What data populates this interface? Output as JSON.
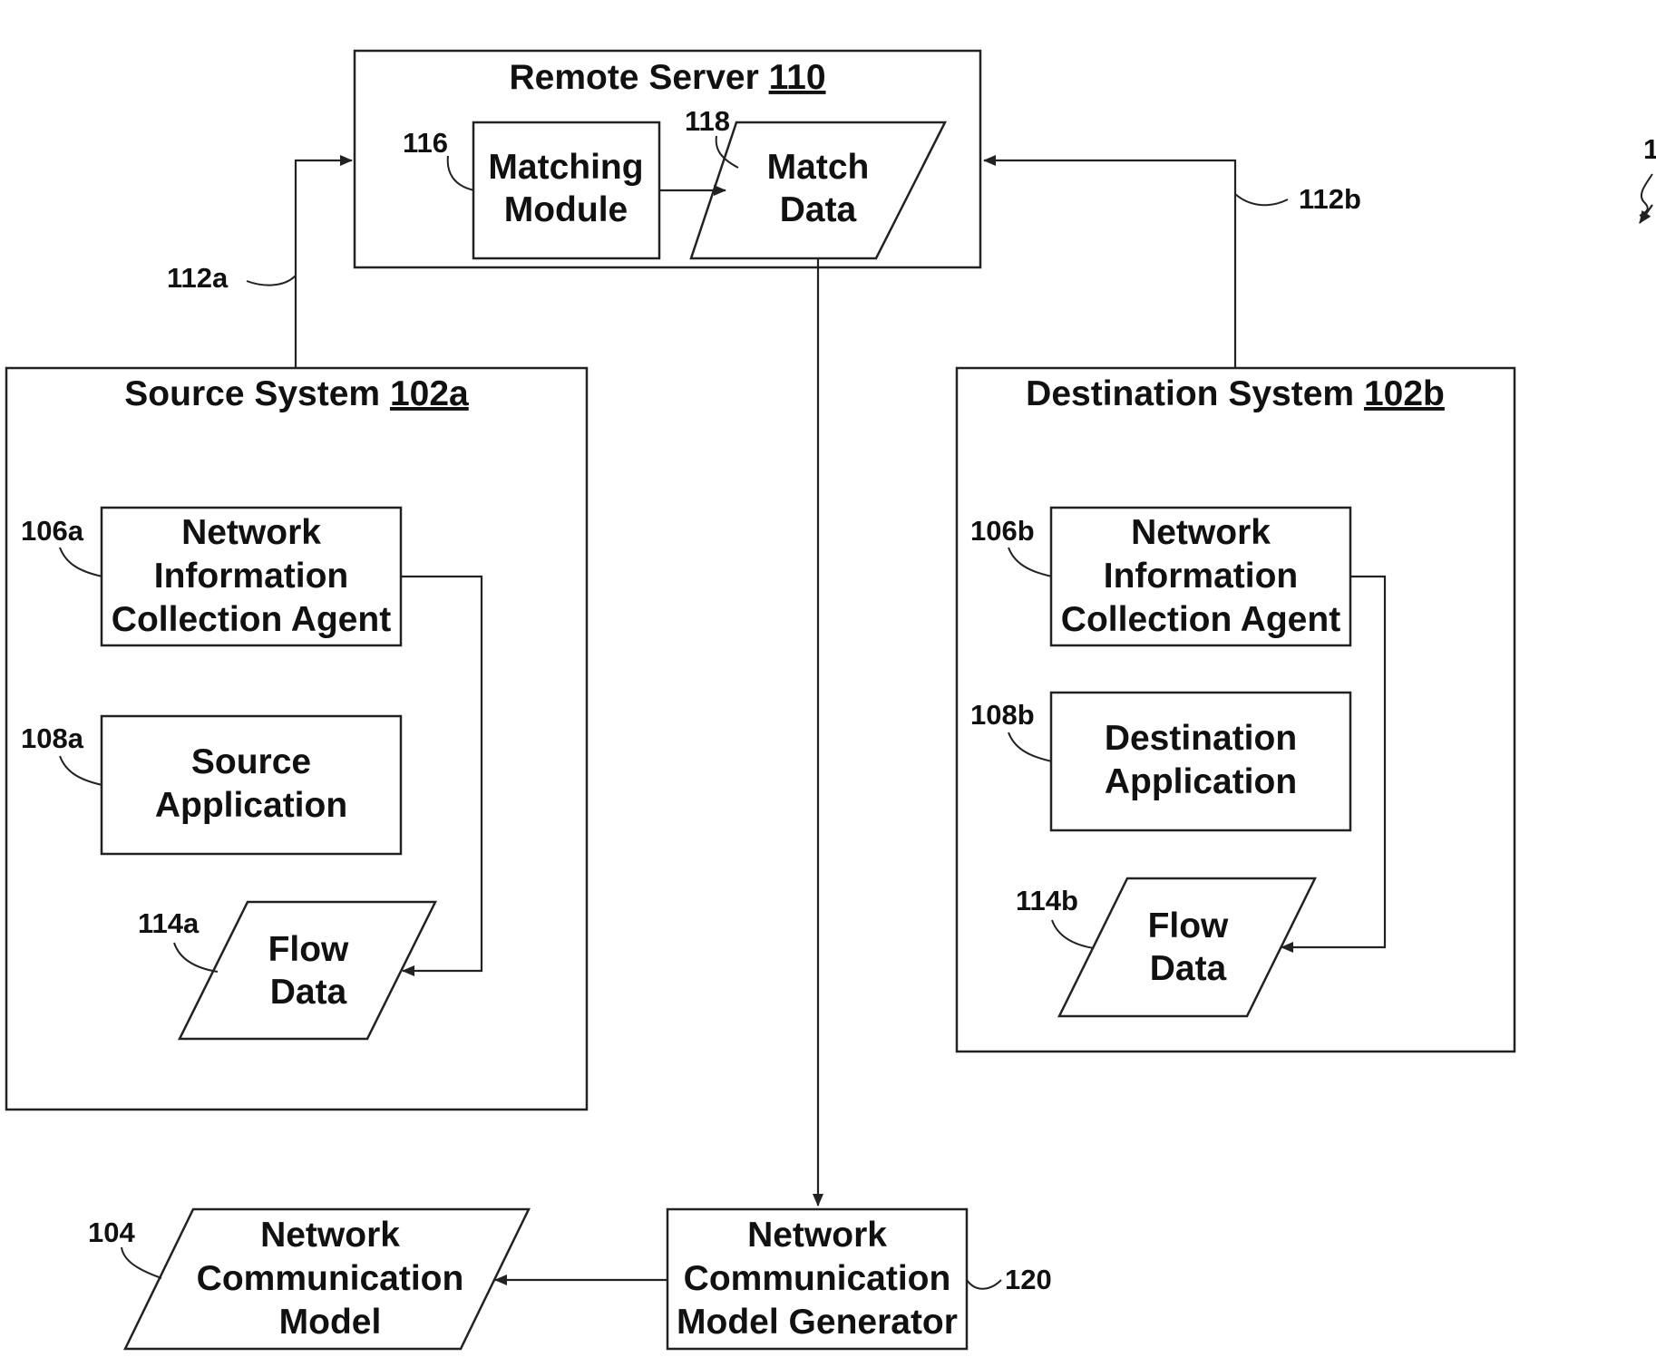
{
  "remote_server": {
    "title": "Remote Server ",
    "ref": "110"
  },
  "matching_module": {
    "lines": [
      "Matching",
      "Module"
    ],
    "ref": "116"
  },
  "match_data": {
    "lines": [
      "Match",
      "Data"
    ],
    "ref": "118"
  },
  "source_system": {
    "title": "Source System ",
    "ref": "102a"
  },
  "destination_system": {
    "title": "Destination System ",
    "ref": "102b"
  },
  "source_agent": {
    "lines": [
      "Network",
      "Information",
      "Collection Agent"
    ],
    "ref": "106a"
  },
  "source_application": {
    "lines": [
      "Source",
      "Application"
    ],
    "ref": "108a"
  },
  "source_flow_data": {
    "lines": [
      "Flow",
      "Data"
    ],
    "ref": "114a"
  },
  "dest_agent": {
    "lines": [
      "Network",
      "Information",
      "Collection Agent"
    ],
    "ref": "106b"
  },
  "dest_application": {
    "lines": [
      "Destination",
      "Application"
    ],
    "ref": "108b"
  },
  "dest_flow_data": {
    "lines": [
      "Flow",
      "Data"
    ],
    "ref": "114b"
  },
  "model_generator": {
    "lines": [
      "Network",
      "Communication",
      "Model Generator"
    ],
    "ref": "120"
  },
  "communication_model": {
    "lines": [
      "Network",
      "Communication",
      "Model"
    ],
    "ref": "104"
  },
  "link_source": {
    "ref": "112a"
  },
  "link_destination": {
    "ref": "112b"
  },
  "figure_ref_partial": "1"
}
